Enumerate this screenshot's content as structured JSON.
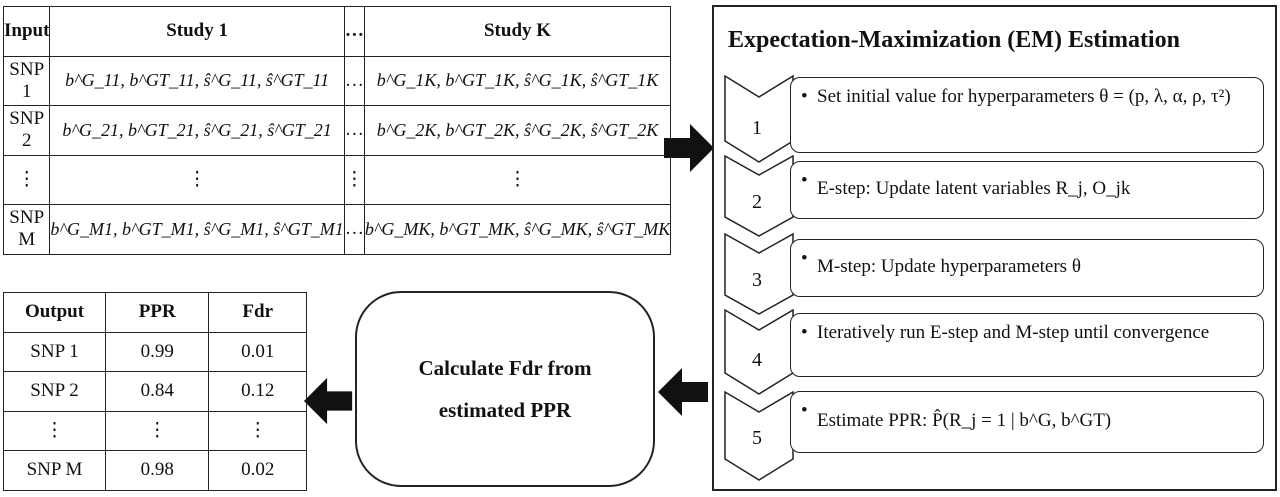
{
  "input_table": {
    "headers": [
      "Input",
      "Study 1",
      "…",
      "Study K"
    ],
    "rows": [
      [
        "SNP 1",
        "b^G_11, b^GT_11, ŝ^G_11, ŝ^GT_11",
        "…",
        "b^G_1K, b^GT_1K, ŝ^G_1K, ŝ^GT_1K"
      ],
      [
        "SNP 2",
        "b^G_21, b^GT_21, ŝ^G_21, ŝ^GT_21",
        "…",
        "b^G_2K, b^GT_2K, ŝ^G_2K, ŝ^GT_2K"
      ],
      [
        "⋮",
        "⋮",
        "⋮",
        "⋮"
      ],
      [
        "SNP M",
        "b^G_M1, b^GT_M1, ŝ^G_M1, ŝ^GT_M1",
        "…",
        "b^G_MK, b^GT_MK, ŝ^G_MK, ŝ^GT_MK"
      ]
    ]
  },
  "output_table": {
    "headers": [
      "Output",
      "PPR",
      "Fdr"
    ],
    "rows": [
      [
        "SNP 1",
        "0.99",
        "0.01"
      ],
      [
        "SNP 2",
        "0.84",
        "0.12"
      ],
      [
        "⋮",
        "⋮",
        "⋮"
      ],
      [
        "SNP M",
        "0.98",
        "0.02"
      ]
    ]
  },
  "calc_box": {
    "line1": "Calculate Fdr from",
    "line2": "estimated PPR"
  },
  "em": {
    "title": "Expectation-Maximization (EM) Estimation",
    "steps": [
      {
        "num": "1",
        "text": "Set initial value for hyperparameters θ = (p, λ, α, ρ, τ²)"
      },
      {
        "num": "2",
        "text": "E-step: Update latent variables R_j, O_jk"
      },
      {
        "num": "3",
        "text": "M-step: Update hyperparameters θ"
      },
      {
        "num": "4",
        "text": "Iteratively run E-step and M-step until convergence"
      },
      {
        "num": "5",
        "text": "Estimate PPR: P̂(R_j = 1 | b^G, b^GT)"
      }
    ]
  }
}
